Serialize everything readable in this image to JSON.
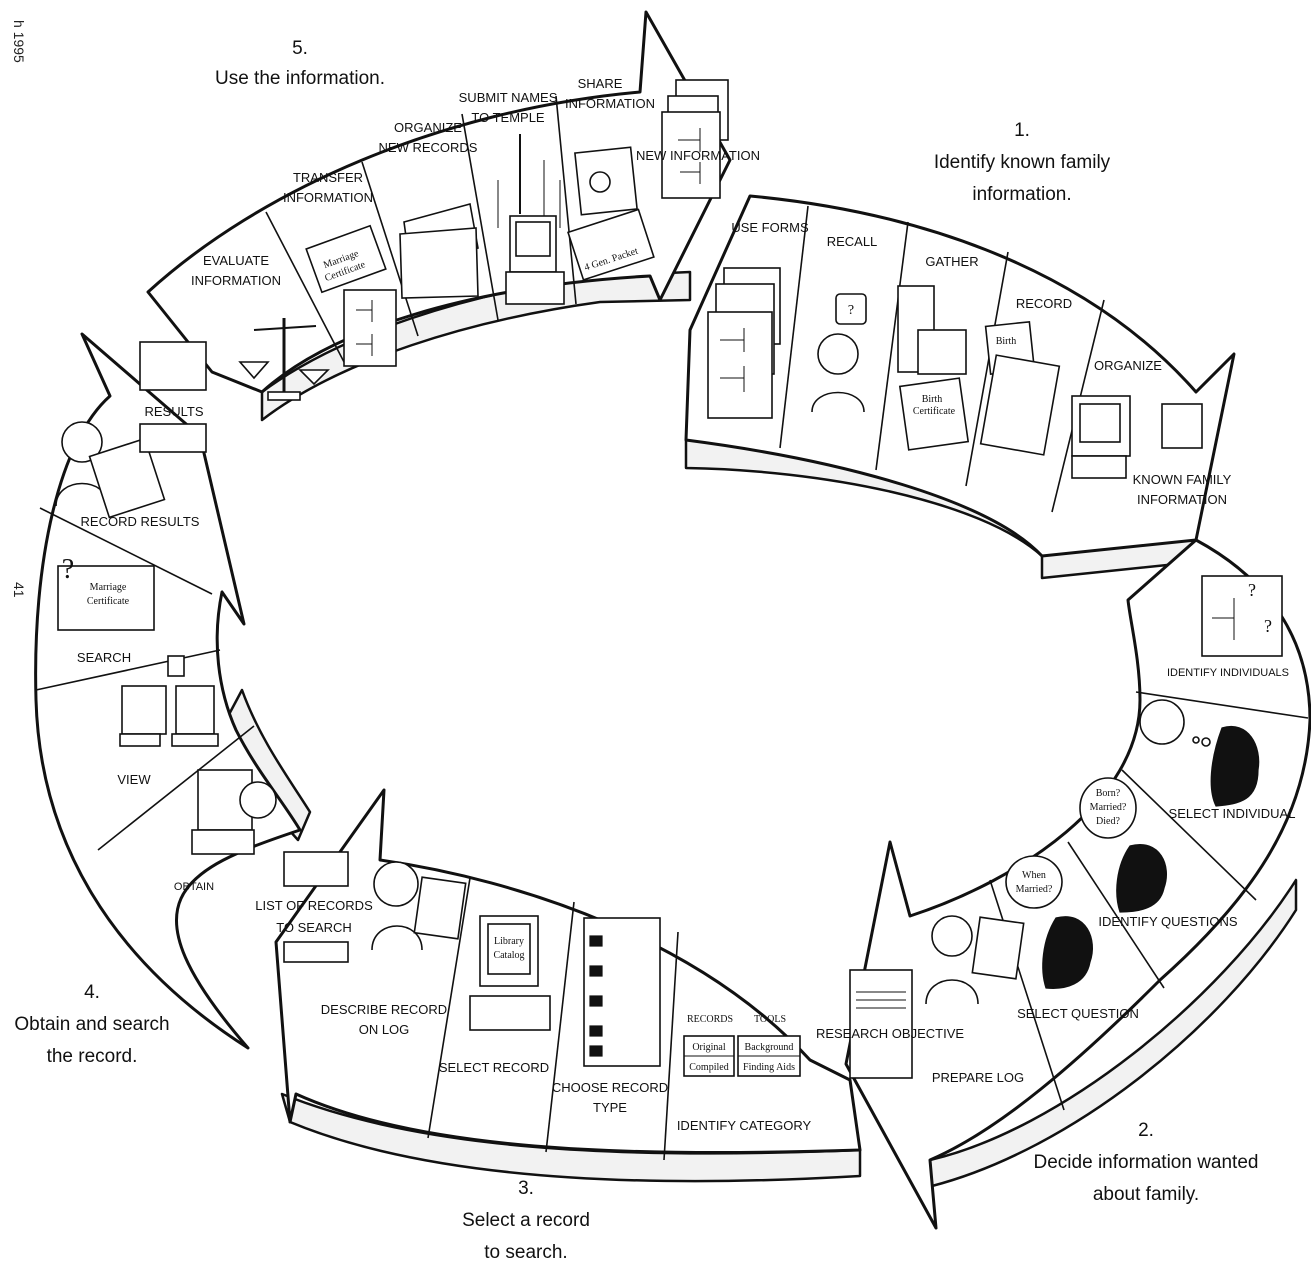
{
  "side_text": {
    "top": "h 1995",
    "middle": "41"
  },
  "phases": {
    "p1": {
      "number": "1.",
      "line1": "Identify known family",
      "line2": "information."
    },
    "p2": {
      "number": "2.",
      "line1": "Decide information wanted",
      "line2": "about family."
    },
    "p3": {
      "number": "3.",
      "line1": "Select a record",
      "line2": "to search."
    },
    "p4": {
      "number": "4.",
      "line1": "Obtain and search",
      "line2": "the record."
    },
    "p5": {
      "number": "5.",
      "line1": "Use the information."
    }
  },
  "steps": {
    "use_forms": "USE FORMS",
    "recall": "RECALL",
    "gather": "GATHER",
    "record": "RECORD",
    "organize": "ORGANIZE",
    "known_family_1": "KNOWN FAMILY",
    "known_family_2": "INFORMATION",
    "identify_individuals": "IDENTIFY INDIVIDUALS",
    "select_individual": "SELECT INDIVIDUAL",
    "identify_questions": "IDENTIFY QUESTIONS",
    "select_question": "SELECT QUESTION",
    "prepare_log": "PREPARE LOG",
    "research_objective": "RESEARCH OBJECTIVE",
    "identify_category": "IDENTIFY CATEGORY",
    "choose_record_type_1": "CHOOSE RECORD",
    "choose_record_type_2": "TYPE",
    "select_record": "SELECT RECORD",
    "describe_record_1": "DESCRIBE RECORD",
    "describe_record_2": "ON LOG",
    "list_records_1": "LIST OF RECORDS",
    "list_records_2": "TO SEARCH",
    "obtain": "OBTAIN",
    "view": "VIEW",
    "search": "SEARCH",
    "record_results": "RECORD RESULTS",
    "results": "RESULTS",
    "evaluate_1": "EVALUATE",
    "evaluate_2": "INFORMATION",
    "transfer_1": "TRANSFER",
    "transfer_2": "INFORMATION",
    "organize_new_1": "ORGANIZE",
    "organize_new_2": "NEW RECORDS",
    "submit_1": "SUBMIT NAMES",
    "submit_2": "TO TEMPLE",
    "share_1": "SHARE",
    "share_2": "INFORMATION",
    "new_information": "NEW INFORMATION"
  },
  "thought_bubbles": {
    "born_1": "Born?",
    "born_2": "Married?",
    "born_3": "Died?",
    "when_1": "When",
    "when_2": "Married?"
  },
  "category_box": {
    "records_header": "RECORDS",
    "tools_header": "TOOLS",
    "original": "Original",
    "compiled": "Compiled",
    "background": "Background",
    "finding_aids": "Finding Aids"
  },
  "catalog": {
    "line1": "Library",
    "line2": "Catalog"
  },
  "certificates": {
    "birth": "Birth",
    "birth_cert_1": "Birth",
    "birth_cert_2": "Certificate",
    "marriage_1": "Marriage",
    "marriage_2": "Certificate",
    "marriage_search": "Marriage",
    "marriage_search_2": "Certificate",
    "gen_packet": "4 Gen. Packet"
  }
}
